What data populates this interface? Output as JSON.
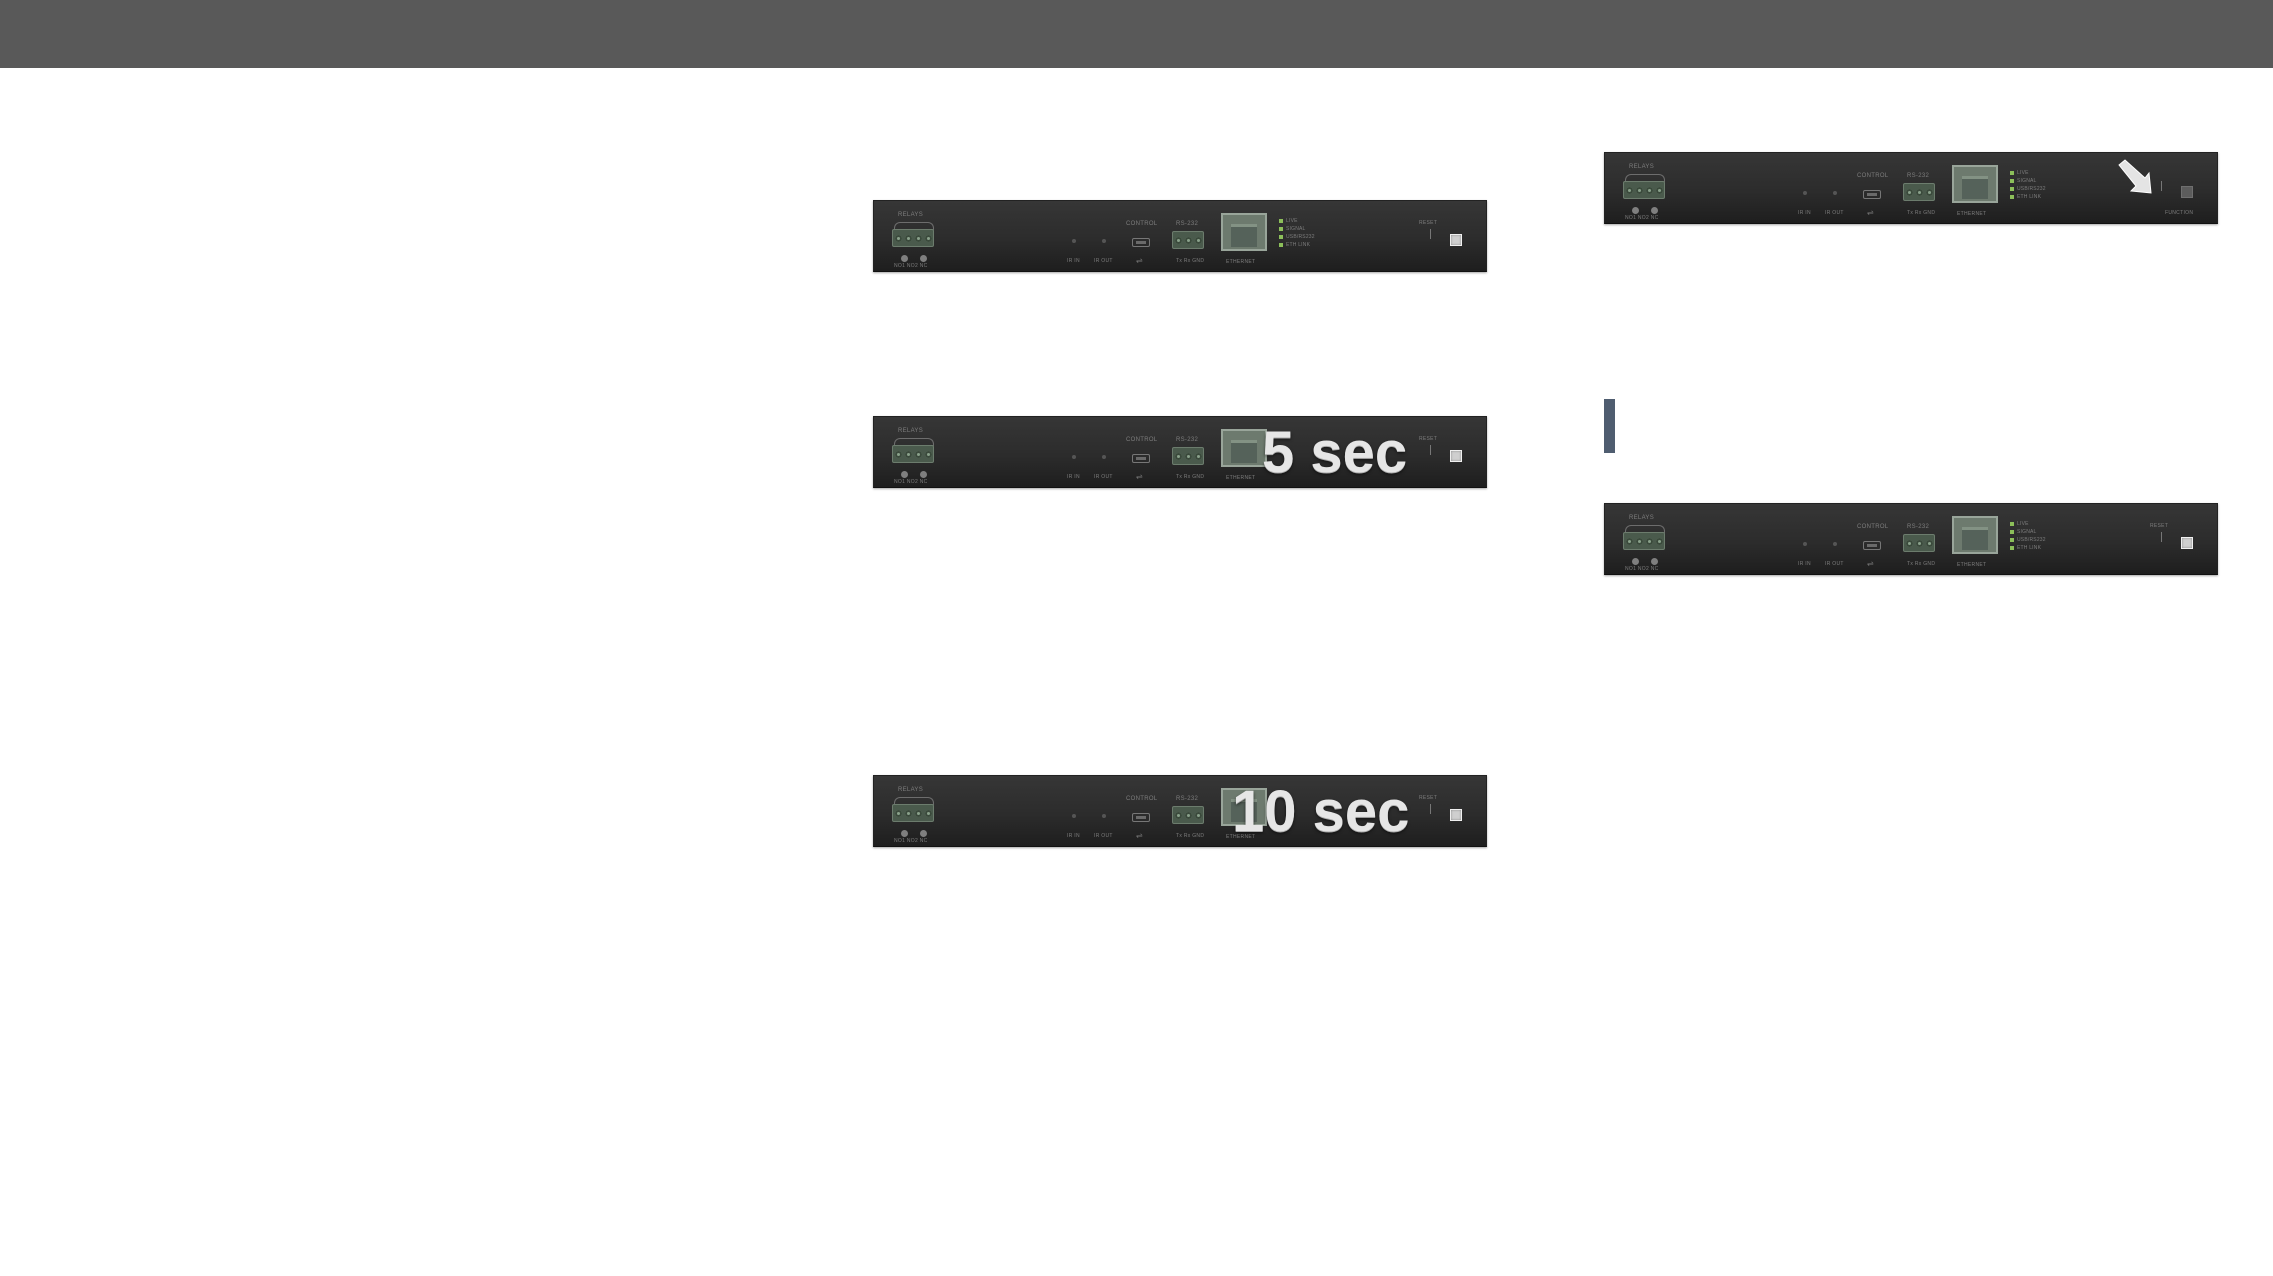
{
  "panel_labels": {
    "relays": "RELAYS",
    "relays_sub": "NO1  NO2  NC",
    "control": "CONTROL",
    "rs232": "RS-232",
    "rs232_sub": "Tx  Rx  GND",
    "ir_in": "IR IN",
    "ir_out": "IR OUT",
    "ethernet": "ETHERNET",
    "reset": "RESET",
    "function": "FUNCTION",
    "led_live": "LIVE",
    "led_signal": "SIGNAL",
    "led_usb": "USB/RS232",
    "led_ethernet": "ETH LINK"
  },
  "overlays": {
    "five_sec": "5 sec",
    "ten_sec": "10 sec"
  },
  "colors": {
    "header_bar": "#595959",
    "section_marker": "#4f5d70",
    "panel_body": "#2c2c2c",
    "led_green": "#8cbf5a"
  },
  "icons": {
    "arrow": "arrow-pointing-down-right-icon",
    "usb": "usb-icon"
  }
}
